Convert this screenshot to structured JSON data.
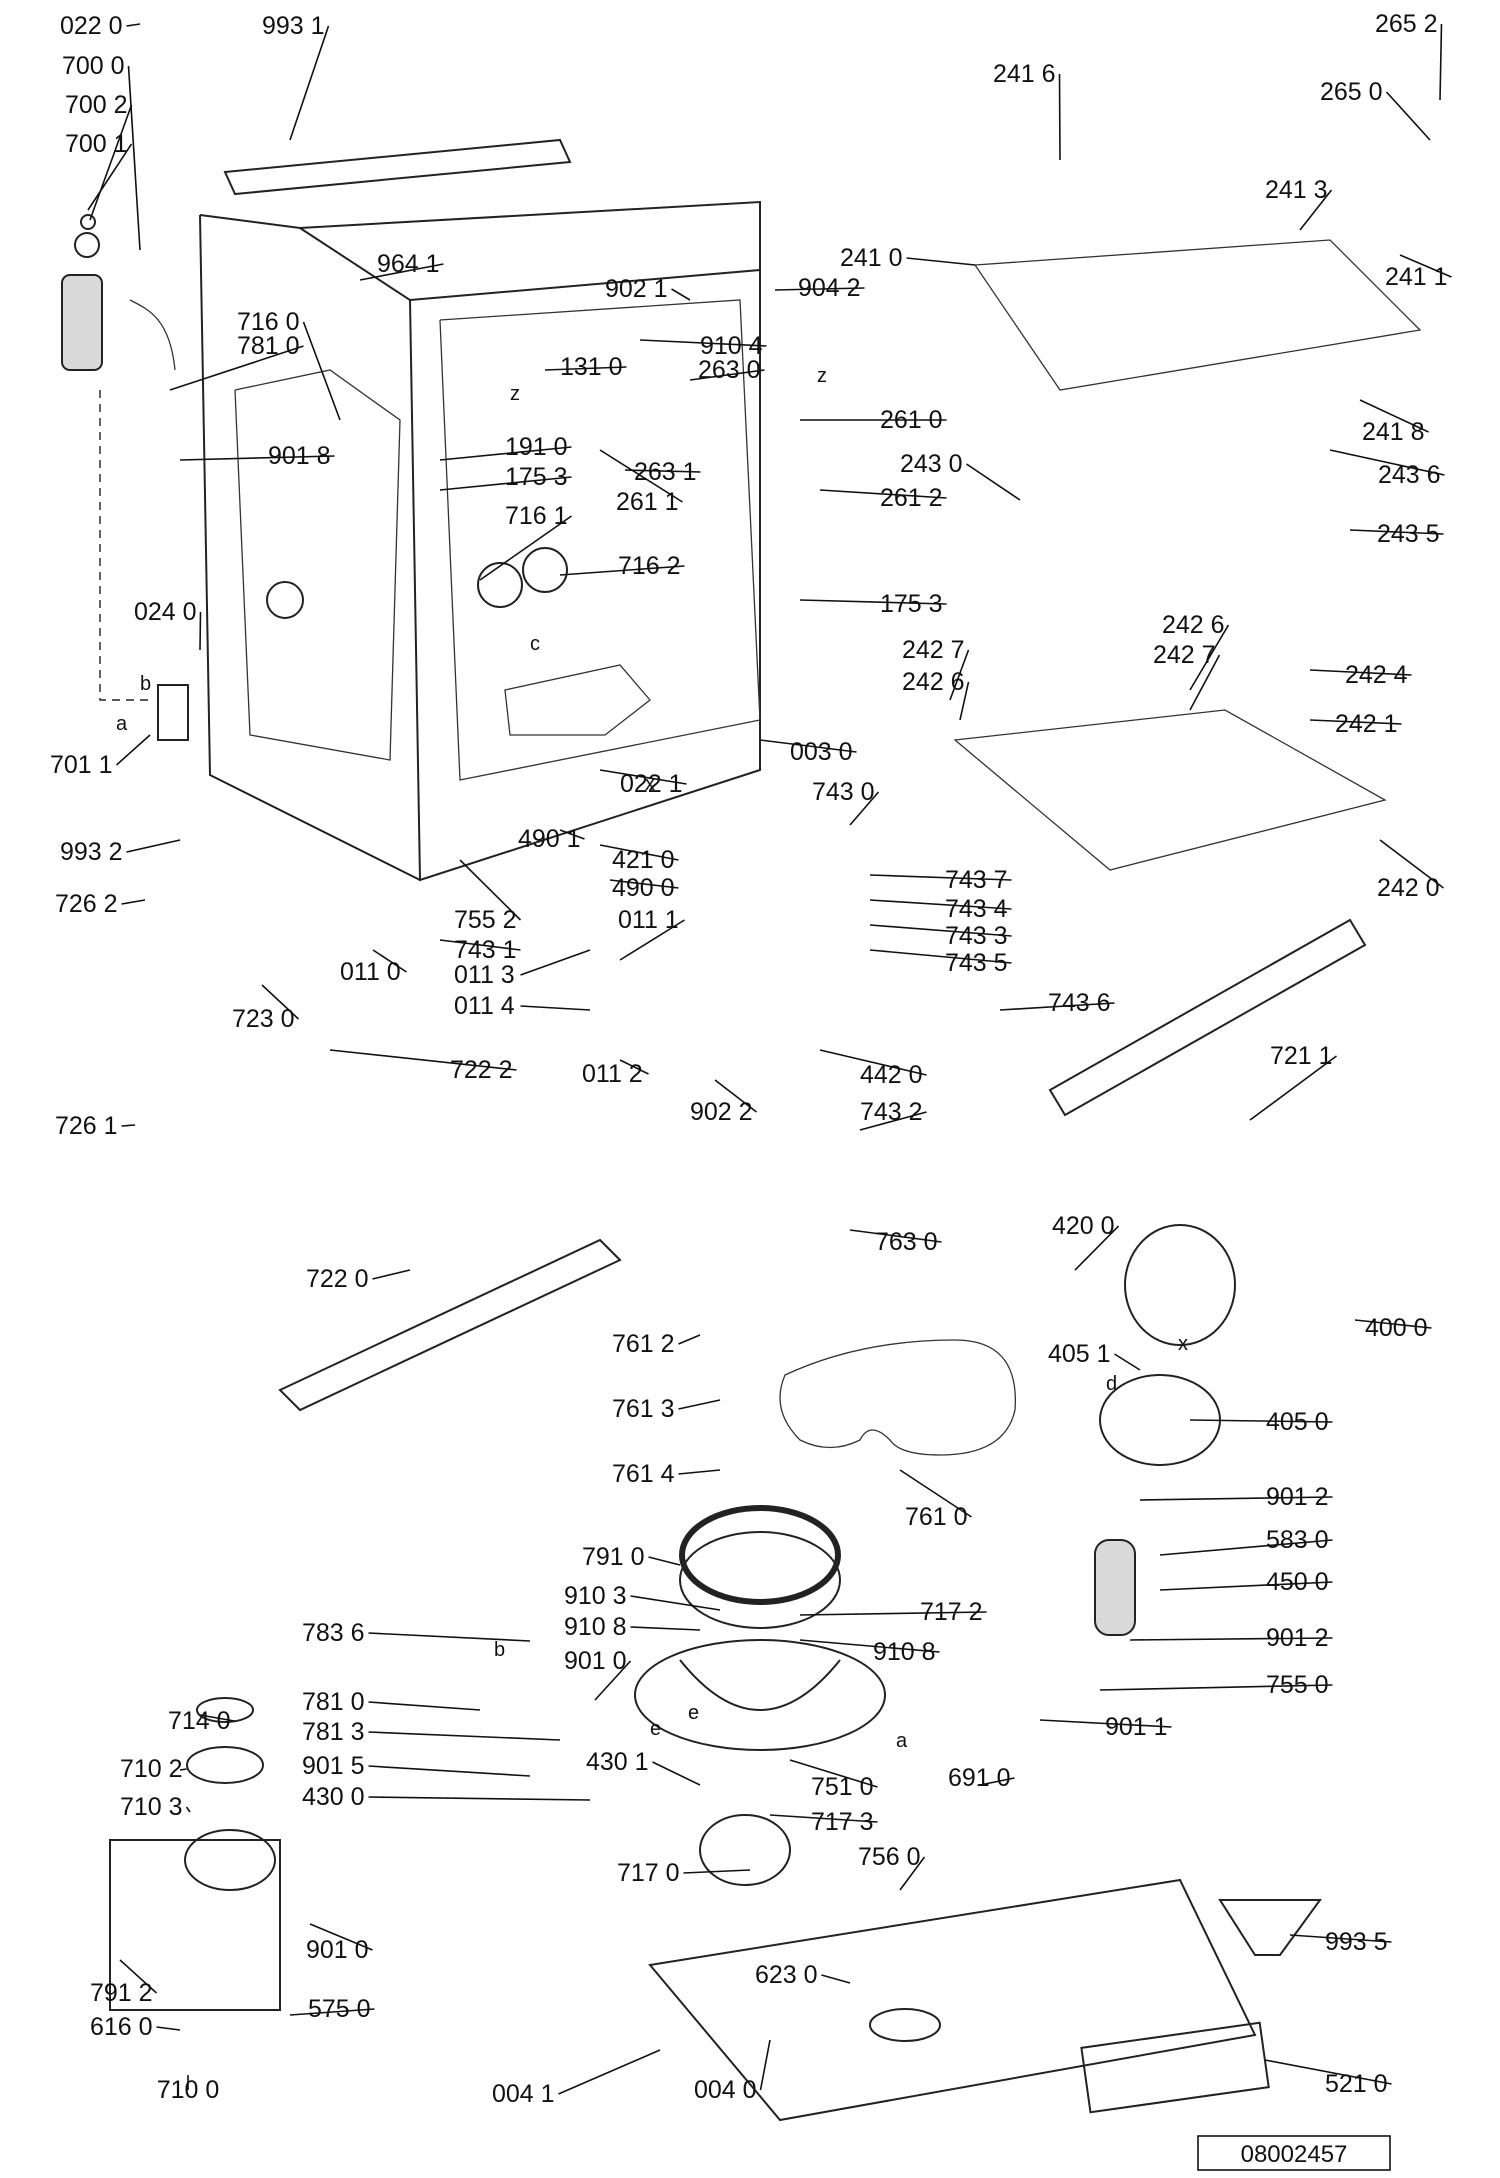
{
  "labels": [
    "022 0",
    "993 1",
    "700 0",
    "700 2",
    "700 1",
    "964 1",
    "902 1",
    "904 2",
    "910 4",
    "131 0",
    "263 0",
    "716 0",
    "781 0",
    "901 8",
    "191 0",
    "175 3",
    "263 1",
    "261 1",
    "261 0",
    "261 2",
    "716 1",
    "716 2",
    "175 3",
    "024 0",
    "701 1",
    "003 0",
    "022 1",
    "993 2",
    "490 1",
    "421 0",
    "490 0",
    "755 2",
    "726 2",
    "743 1",
    "011 0",
    "011 3",
    "011 4",
    "011 1",
    "011 2",
    "723 0",
    "726 1",
    "722 2",
    "722 0",
    "902 2",
    "265 2",
    "265 0",
    "241 6",
    "241 3",
    "241 0",
    "241 1",
    "241 8",
    "243 0",
    "243 6",
    "243 5",
    "242 6",
    "242 7",
    "242 7",
    "242 6",
    "242 4",
    "242 1",
    "242 0",
    "743 0",
    "743 7",
    "743 4",
    "743 3",
    "743 5",
    "743 6",
    "442 0",
    "743 2",
    "721 1",
    "763 0",
    "761 2",
    "761 3",
    "761 4",
    "761 0",
    "420 0",
    "405 1",
    "405 0",
    "400 0",
    "901 2",
    "583 0",
    "450 0",
    "901 2",
    "755 0",
    "901 1",
    "791 0",
    "910 3",
    "717 2",
    "910 8",
    "910 8",
    "901 0",
    "783 6",
    "714 0",
    "781 0",
    "781 3",
    "901 5",
    "430 1",
    "430 0",
    "710 2",
    "710 3",
    "751 0",
    "717 3",
    "756 0",
    "717 0",
    "691 0",
    "623 0",
    "993 5",
    "901 0",
    "791 2",
    "616 0",
    "575 0",
    "710 0",
    "004 1",
    "004 0",
    "521 0"
  ],
  "letters": [
    "z",
    "z",
    "c",
    "b",
    "a",
    "x",
    "x",
    "d",
    "b",
    "e",
    "e",
    "a"
  ],
  "drawing_code": "08002457"
}
